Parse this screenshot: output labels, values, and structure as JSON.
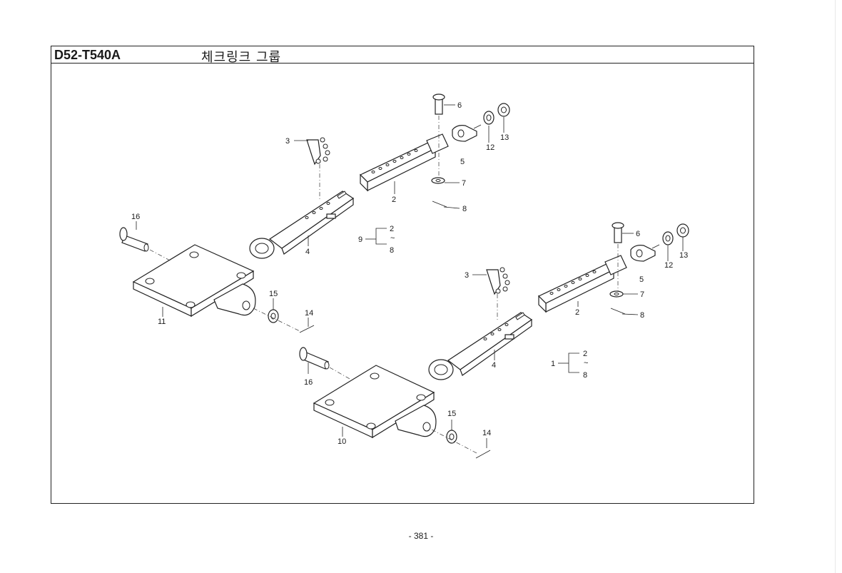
{
  "header": {
    "code": "D52-T540A",
    "title": "체크링크 그룹"
  },
  "footer": {
    "page": "- 381 -"
  },
  "callouts": {
    "upper": [
      "16",
      "11",
      "15",
      "14",
      "3",
      "4",
      "2",
      "6",
      "12",
      "13",
      "5",
      "7",
      "8",
      "9",
      "2",
      "~",
      "8"
    ],
    "lower": [
      "16",
      "10",
      "15",
      "14",
      "3",
      "4",
      "2",
      "6",
      "12",
      "13",
      "5",
      "7",
      "8",
      "1",
      "2",
      "~",
      "8"
    ]
  },
  "icons": [
    "check-link-assembly",
    "mounting-bracket",
    "clevis-pin",
    "washer",
    "split-pin",
    "chain-hook",
    "eye-bolt"
  ]
}
